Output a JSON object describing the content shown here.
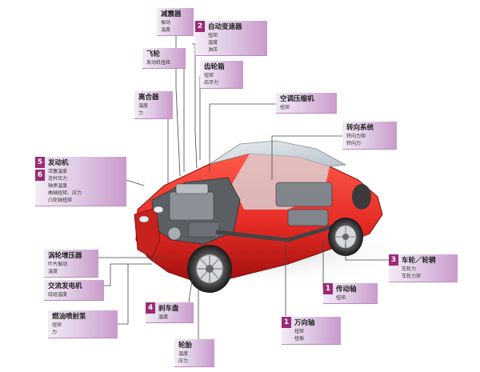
{
  "colors": {
    "label_start": "#f3ebf5",
    "label_end": "#c99acb",
    "badge": "#9b2a78",
    "car_body": "#e52b25",
    "wire": "#444444"
  },
  "labels": {
    "shock_absorber": {
      "title": "减震器",
      "lines": [
        "振动",
        "温度"
      ]
    },
    "transmission": {
      "badge": "2",
      "title": "自动变速器",
      "lines": [
        "扭矩",
        "温度",
        "油压"
      ]
    },
    "flywheel": {
      "title": "飞轮",
      "lines": [
        "发动机扭矩"
      ]
    },
    "gearbox": {
      "title": "齿轮箱",
      "lines": [
        "扭矩",
        "齿牙力"
      ]
    },
    "clutch": {
      "title": "离合器",
      "lines": [
        "温度",
        "力"
      ]
    },
    "ac_compressor": {
      "title": "空调压缩机",
      "lines": [
        "扭矩"
      ]
    },
    "steering": {
      "title": "转向系统",
      "lines": [
        "转向力矩",
        "转向力"
      ]
    },
    "engine": {
      "badges": [
        "5",
        "6"
      ],
      "title": "发动机",
      "lines": [
        "活塞温度",
        "连杆压力",
        "轴承温度",
        "曲轴扭矩、应力",
        "凸轮轴扭矩"
      ]
    },
    "turbo": {
      "title": "涡轮增压器",
      "lines": [
        "叶片振动",
        "温度"
      ]
    },
    "alternator": {
      "title": "交流发电机",
      "lines": [
        "绕组温度"
      ]
    },
    "injection_pump": {
      "title": "燃油喷射泵",
      "lines": [
        "扭矩",
        "力"
      ]
    },
    "brake_disc": {
      "badge": "4",
      "title": "刹车盘",
      "lines": [
        "温度"
      ]
    },
    "tire": {
      "title": "轮胎",
      "lines": [
        "温度",
        "压力"
      ]
    },
    "wheel_hub": {
      "badge": "3",
      "title": "车轮／轮辋",
      "lines": [
        "车轮力",
        "车轮力矩"
      ]
    },
    "drive_shaft": {
      "badge": "1",
      "title": "传动轴",
      "lines": [
        "扭矩"
      ]
    },
    "universal_joint": {
      "badge": "1",
      "title": "万向轴",
      "lines": [
        "扭矩",
        "扭振"
      ]
    }
  }
}
